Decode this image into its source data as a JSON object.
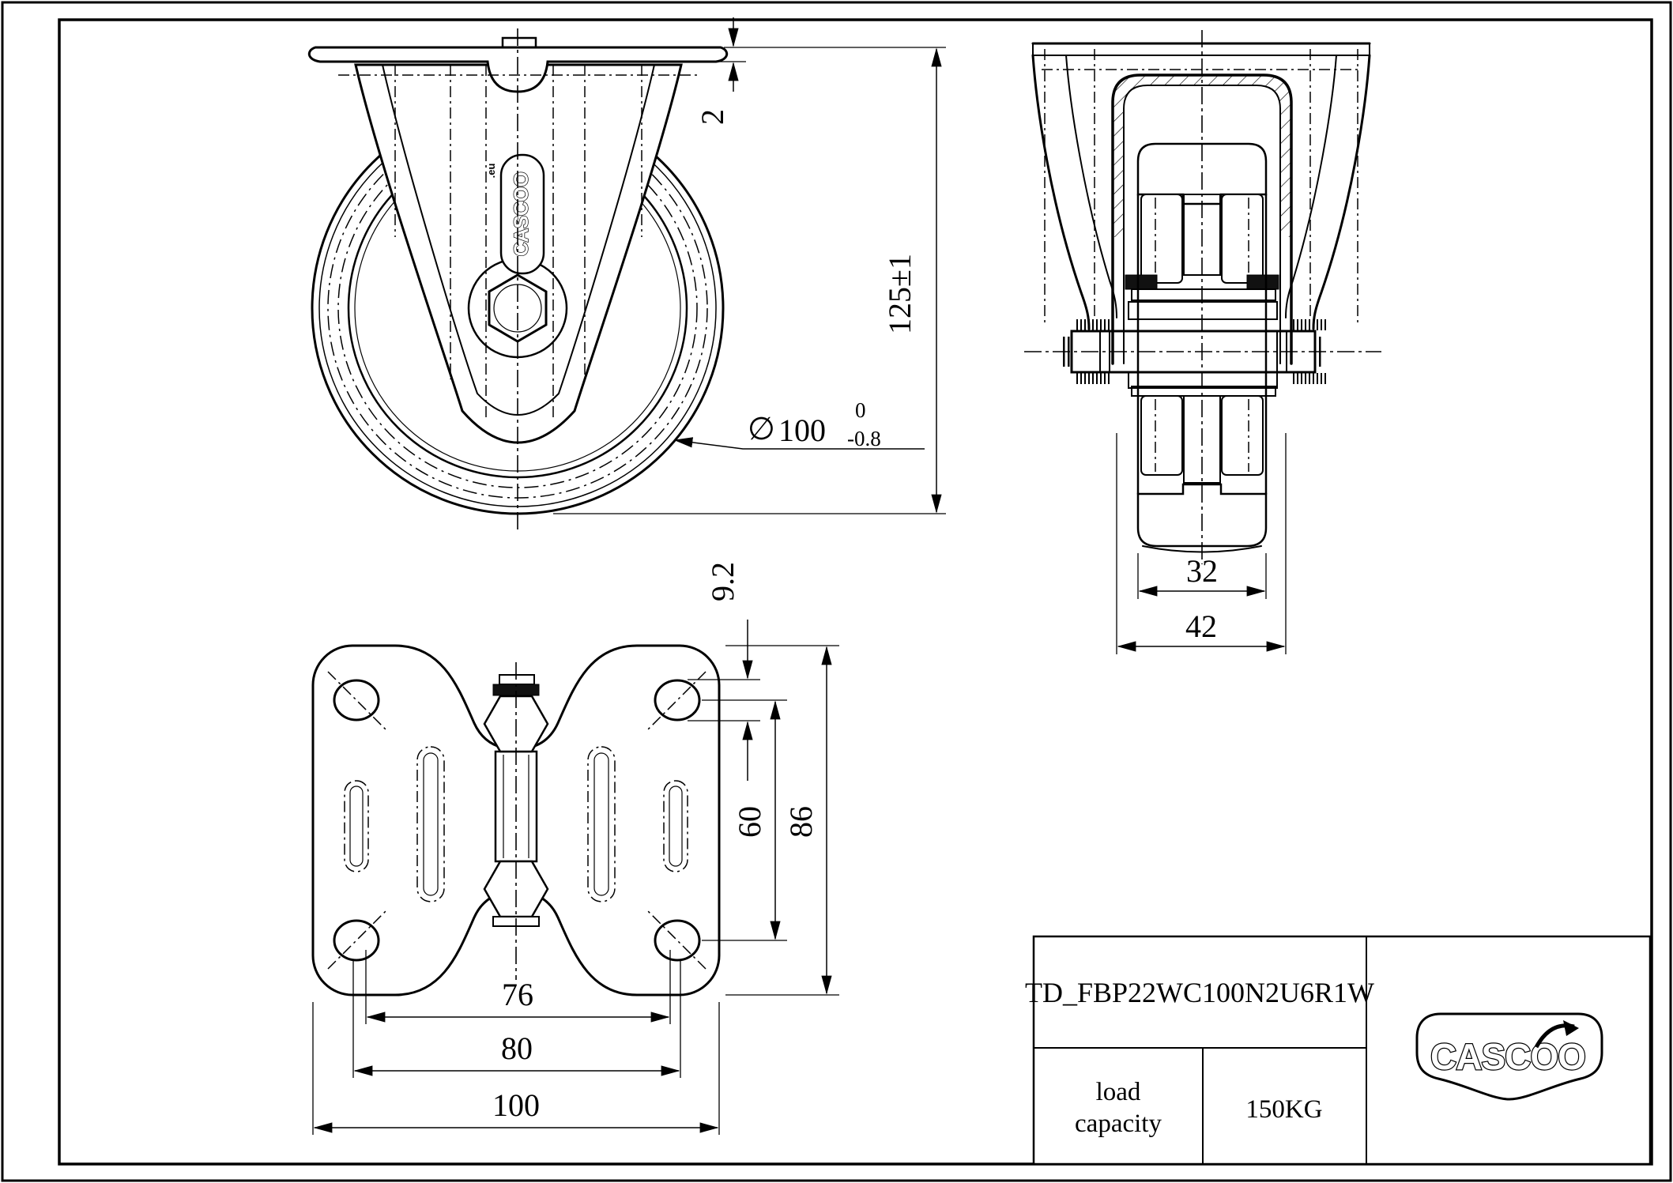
{
  "dimensions": {
    "side_view": {
      "plate_thickness": "2",
      "overall_height": "125±1",
      "wheel_diameter_symbol": "∅",
      "wheel_diameter_value": "100",
      "wheel_diameter_tol_upper": "0",
      "wheel_diameter_tol_lower": "-0.8"
    },
    "front_view": {
      "tread_width": "32",
      "hub_width": "42"
    },
    "plate_view": {
      "hole_offset": "9.2",
      "hole_spacing_vertical": "60",
      "plate_depth": "86",
      "slot_spacing": "76",
      "hole_spacing_horizontal": "80",
      "plate_width": "100"
    }
  },
  "title_block": {
    "part_number": "TD_FBP22WC100N2U6R1W",
    "load_capacity_label_line1": "load",
    "load_capacity_label_line2": "capacity",
    "load_capacity_value": "150KG"
  },
  "brand": {
    "name": "CASCOO",
    "domain_suffix": ".eu"
  }
}
